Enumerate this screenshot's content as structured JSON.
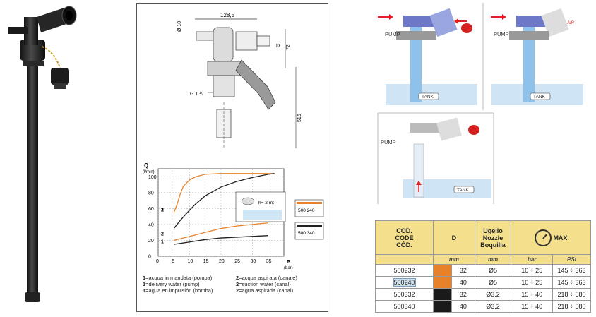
{
  "drawing": {
    "dim_width": "128,5",
    "dim_diameter": "Ø 10",
    "dim_d": "D",
    "dim_72": "72",
    "dim_515": "515",
    "dim_thread": "G 1 ¼"
  },
  "chart_data": {
    "type": "line",
    "ylabel": "Q",
    "yunit": "(l/min)",
    "xlabel": "P",
    "xunit": "(bar)",
    "x_ticks": [
      "0",
      "5",
      "10",
      "15",
      "20",
      "25",
      "30",
      "35"
    ],
    "y_ticks": [
      "0",
      "20",
      "40",
      "60",
      "80",
      "100"
    ],
    "xlim": [
      0,
      40
    ],
    "ylim": [
      0,
      110
    ],
    "series": [
      {
        "name": "500 240",
        "color": "#e8822a",
        "curve": "delivery",
        "x": [
          5,
          6,
          7,
          8,
          10,
          12,
          15,
          20,
          25,
          30,
          35,
          37
        ],
        "y": [
          55,
          65,
          78,
          88,
          96,
          100,
          103,
          104,
          104,
          104,
          104,
          104
        ]
      },
      {
        "name": "500 340",
        "color": "#222222",
        "curve": "delivery",
        "x": [
          5,
          7,
          10,
          12,
          15,
          20,
          25,
          30,
          35,
          37
        ],
        "y": [
          35,
          45,
          58,
          66,
          76,
          87,
          94,
          99,
          103,
          104
        ]
      },
      {
        "name": "500 240",
        "color": "#e8822a",
        "curve": "suction",
        "x": [
          5,
          10,
          15,
          20,
          25,
          30,
          35
        ],
        "y": [
          20,
          25,
          30,
          35,
          38,
          40,
          42
        ]
      },
      {
        "name": "500 340",
        "color": "#222222",
        "curve": "suction",
        "x": [
          5,
          10,
          15,
          20,
          25,
          30,
          35
        ],
        "y": [
          15,
          18,
          21,
          23,
          24,
          25,
          26
        ]
      }
    ],
    "curve_labels": [
      "2",
      "1",
      "2",
      "1"
    ],
    "inset_label": "h= 2 mt",
    "legend": [
      "500 240",
      "500 340"
    ],
    "legend_colors": [
      "#e8822a",
      "#222222"
    ]
  },
  "legend_notes": [
    {
      "n": "1",
      "text": "=acqua in mandata (pompa)"
    },
    {
      "n": "1",
      "text": "=delivery water (pump)"
    },
    {
      "n": "1",
      "text": "=agua en impulsión (bomba)"
    },
    {
      "n": "2",
      "text": "=acqua aspirata (canale)"
    },
    {
      "n": "2",
      "text": "=suction water (canal)"
    },
    {
      "n": "2",
      "text": "=agua aspirada (canal)"
    }
  ],
  "flow": {
    "pump": "PUMP",
    "tank": "TANK",
    "air": "AIR"
  },
  "table": {
    "head_code": [
      "COD.",
      "CODE",
      "CÓD."
    ],
    "head_d": "D",
    "head_nozzle": [
      "Ugello",
      "Nozzle",
      "Boquilla"
    ],
    "head_max": "MAX",
    "unit_mm": "mm",
    "unit_bar": "bar",
    "unit_psi": "PSI",
    "rows": [
      {
        "code": "500232",
        "color": "#e8822a",
        "d": "32",
        "nozzle": "Ø5",
        "bar": "10 ÷ 25",
        "psi": "145 ÷ 363"
      },
      {
        "code": "500240",
        "color": "#e8822a",
        "d": "40",
        "nozzle": "Ø5",
        "bar": "10 ÷ 25",
        "psi": "145 ÷ 363"
      },
      {
        "code": "500332",
        "color": "#1a1a1a",
        "d": "32",
        "nozzle": "Ø3.2",
        "bar": "15 ÷ 40",
        "psi": "218 ÷ 580"
      },
      {
        "code": "500340",
        "color": "#1a1a1a",
        "d": "40",
        "nozzle": "Ø3.2",
        "bar": "15 ÷ 40",
        "psi": "218 ÷ 580"
      }
    ]
  }
}
